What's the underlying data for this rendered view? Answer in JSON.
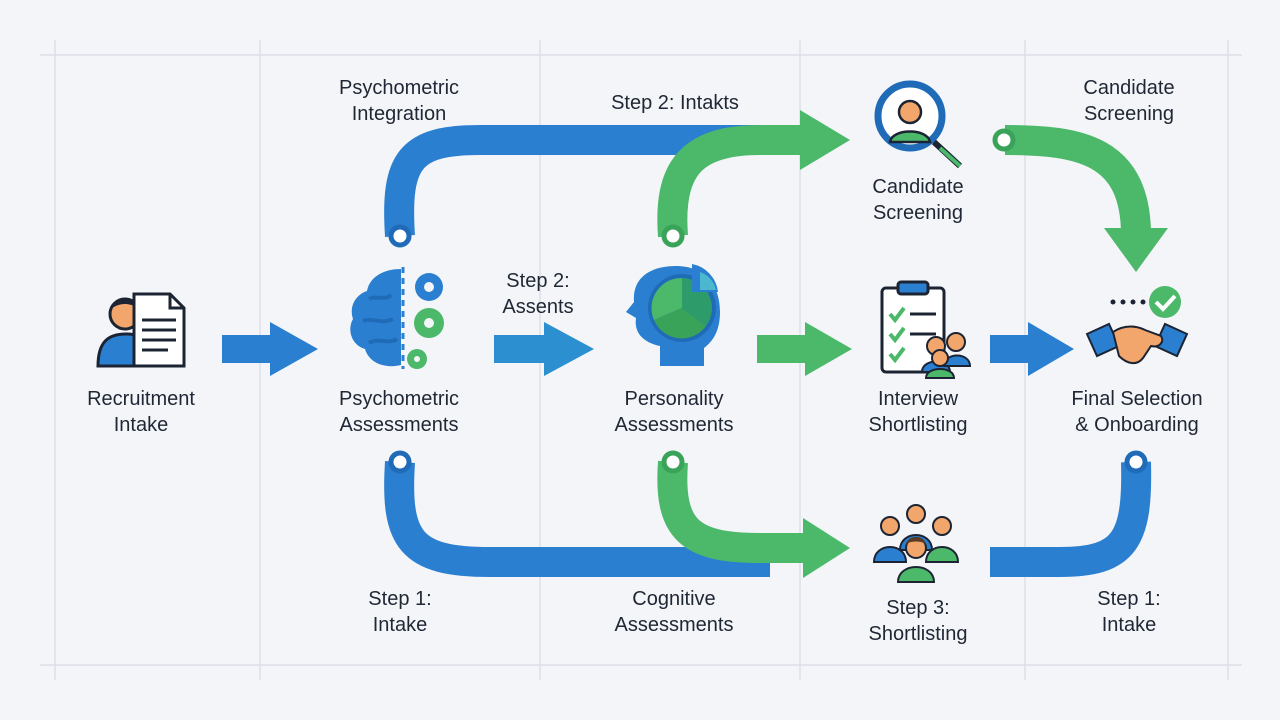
{
  "colors": {
    "blue": "#2b7fd0",
    "blue_dark": "#1f6bb8",
    "green": "#4cb86a",
    "green_dark": "#3aa35a",
    "grid": "#d8dde4",
    "background": "#f3f5f8"
  },
  "stages": [
    {
      "id": "recruitment-intake",
      "label": "Recruitment\nIntake",
      "icon": "person-document-icon"
    },
    {
      "id": "psychometric-assessments",
      "label": "Psychometric\nAssessments",
      "icon": "brain-gears-icon"
    },
    {
      "id": "personality-assessments",
      "label": "Personality\nAssessments",
      "icon": "head-pie-chart-icon"
    },
    {
      "id": "interview-shortlisting",
      "label": "Interview\nShortlisting",
      "icon": "clipboard-checklist-group-icon"
    },
    {
      "id": "final-selection",
      "label": "Final Selection\n& Onboarding",
      "icon": "handshake-check-icon"
    }
  ],
  "top_labels": {
    "psychometric_integration": "Psychometric\nIntegration",
    "step2_intakts": "Step 2: Intakts",
    "candidate_screening_top": "Candidate\nScreening"
  },
  "middle_labels": {
    "candidate_screening": "Candidate\nScreening",
    "step2_assents": "Step 2:\nAssents"
  },
  "bottom_labels": {
    "step1_intake_left": "Step 1:\nIntake",
    "cognitive_assessments": "Cognitive\nAssessments",
    "step3_shortlisting": "Step 3:\nShortlisting",
    "step1_intake_right": "Step 1:\nIntake"
  },
  "icons": {
    "screening": "magnifier-person-icon",
    "shortlisting": "team-group-icon"
  }
}
